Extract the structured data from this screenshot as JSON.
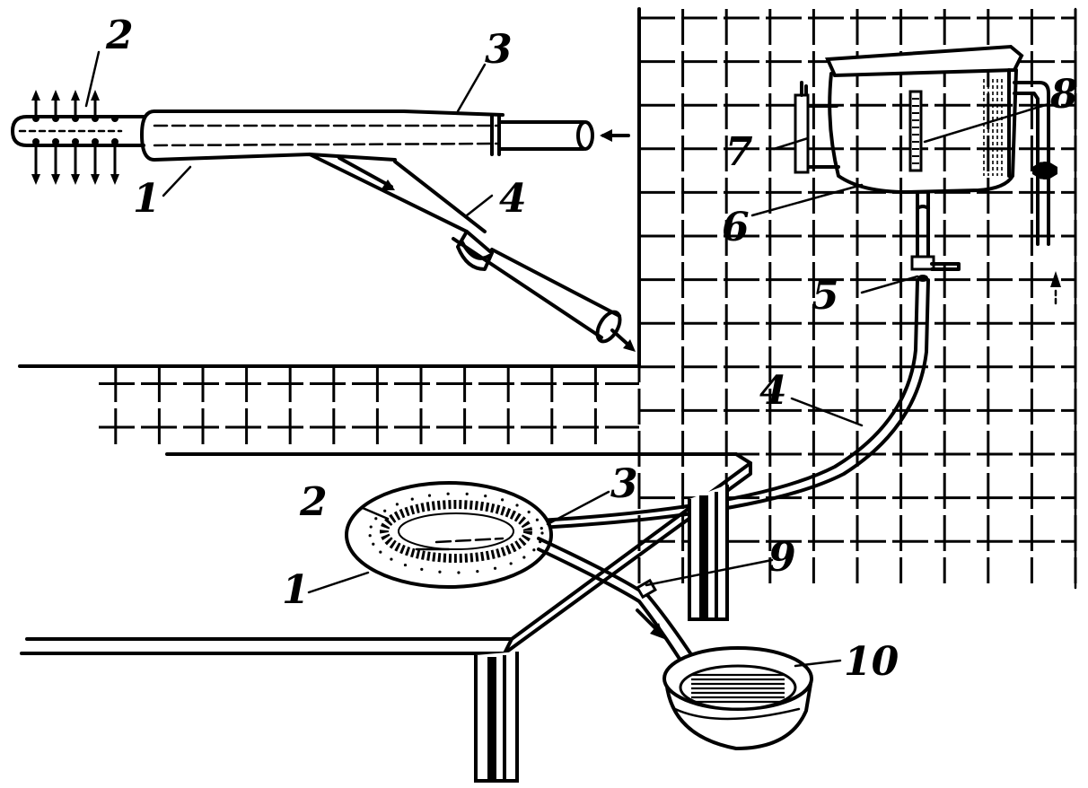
{
  "labels": {
    "inset_1": "1",
    "inset_2": "2",
    "inset_3": "3",
    "inset_4": "4",
    "main_1": "1",
    "main_2": "2",
    "main_3": "3",
    "main_4": "4",
    "main_5": "5",
    "main_6": "6",
    "main_7": "7",
    "main_8": "8",
    "main_9": "9",
    "main_10": "10"
  },
  "colors": {
    "ink": "#000000",
    "paper": "#ffffff"
  }
}
